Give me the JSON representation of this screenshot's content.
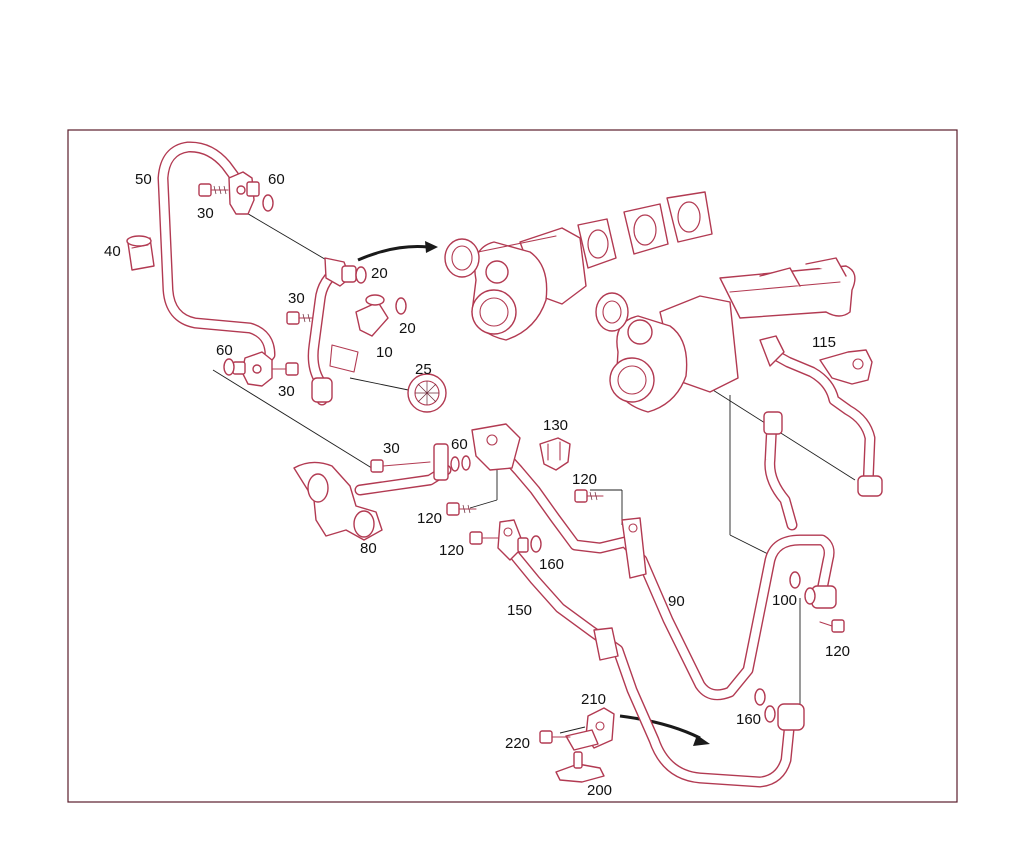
{
  "diagram": {
    "callouts": {
      "c50": "50",
      "c60a": "60",
      "c30a": "30",
      "c40": "40",
      "c20a": "20",
      "c30b": "30",
      "c20b": "20",
      "c10": "10",
      "c60b": "60",
      "c30c": "30",
      "c25": "25",
      "c115": "115",
      "c130": "130",
      "c30d": "30",
      "c60c": "60",
      "c120a": "120",
      "c80": "80",
      "c120b": "120",
      "c120c": "120",
      "c160a": "160",
      "c150": "150",
      "c90": "90",
      "c100": "100",
      "c120d": "120",
      "c210": "210",
      "c160b": "160",
      "c220": "220",
      "c200": "200"
    }
  }
}
